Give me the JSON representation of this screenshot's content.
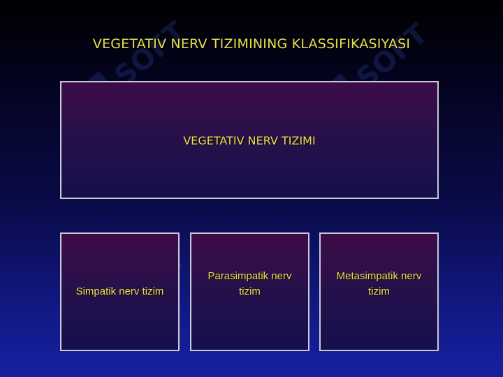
{
  "slide": {
    "title": "VEGETATIV NERV TIZIMINING KLASSIFIKASIYASI"
  },
  "diagram": {
    "root": {
      "label": "VEGETATIV NERV TIZIMI"
    },
    "children": [
      {
        "label": "Simpatik nerv tizim"
      },
      {
        "label": "Parasimpatik nerv tizim"
      },
      {
        "label": "Metasimpatik nerv tizim"
      }
    ]
  },
  "watermark": {
    "text": "SOFT",
    "icon": "logo-watermark-icon"
  },
  "colors": {
    "title_text": "#e8e04a",
    "box_border": "#c8c8d8",
    "box_top": "#3e0c48",
    "box_bottom": "#14104c",
    "background_top": "#000000",
    "background_bottom": "#1820a0"
  }
}
